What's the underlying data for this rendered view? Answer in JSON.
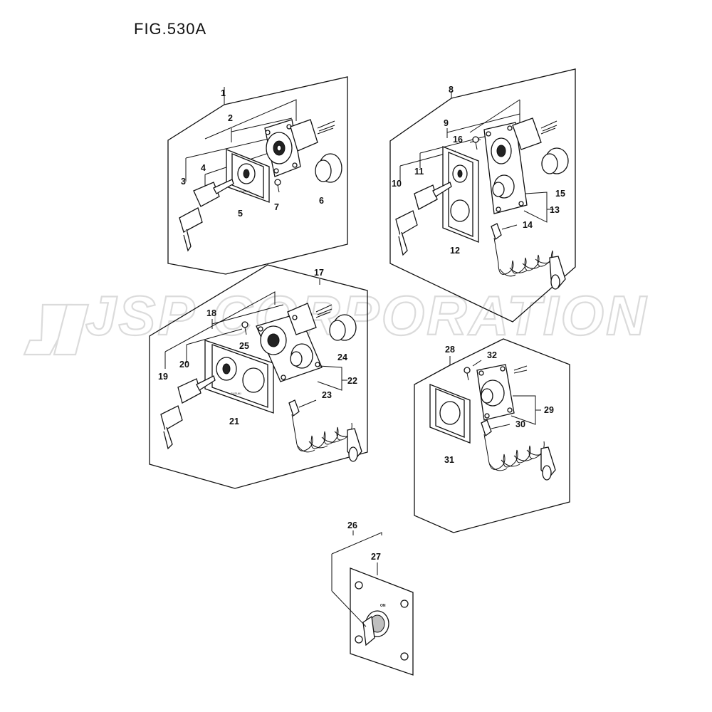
{
  "figure": {
    "title": "FIG.530A"
  },
  "watermark": {
    "text": "JSP CORPORATION"
  },
  "callouts": [
    "1",
    "2",
    "3",
    "4",
    "5",
    "6",
    "7",
    "8",
    "9",
    "10",
    "11",
    "12",
    "13",
    "14",
    "15",
    "16",
    "17",
    "18",
    "19",
    "20",
    "21",
    "22",
    "23",
    "24",
    "25",
    "26",
    "27",
    "28",
    "29",
    "30",
    "31",
    "32"
  ],
  "panel_text": {
    "plate_brand": "SUZUKI",
    "switch_on": "ON"
  },
  "colors": {
    "line": "#111111",
    "watermark_outline": "#d8d8d8",
    "background": "#ffffff"
  }
}
